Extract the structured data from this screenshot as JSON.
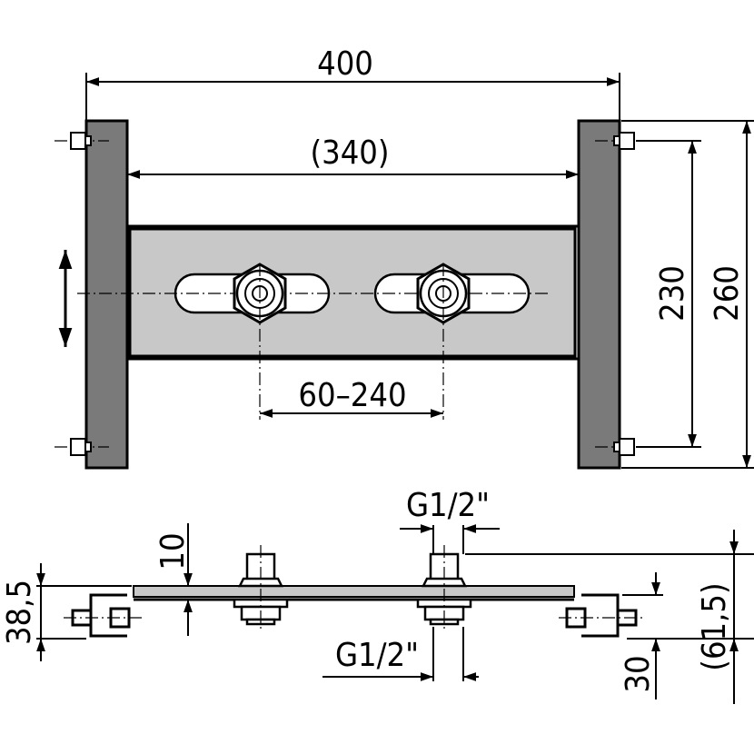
{
  "title": "Mounting bracket technical drawing",
  "top_view": {
    "overall_width": "400",
    "inner_width": "(340)",
    "center_distance": "60–240",
    "bolt_spacing": "230",
    "plate_height": "260"
  },
  "side_view": {
    "thread_top": "G1/2\"",
    "thread_bottom": "G1/2\"",
    "bar_thickness": "10",
    "clamp_height": "38,5",
    "offset": "30",
    "total_height": "(61,5)"
  },
  "colors": {
    "plate": "#7a7a7a",
    "bar": "#c8c8c8",
    "line": "#000000"
  }
}
